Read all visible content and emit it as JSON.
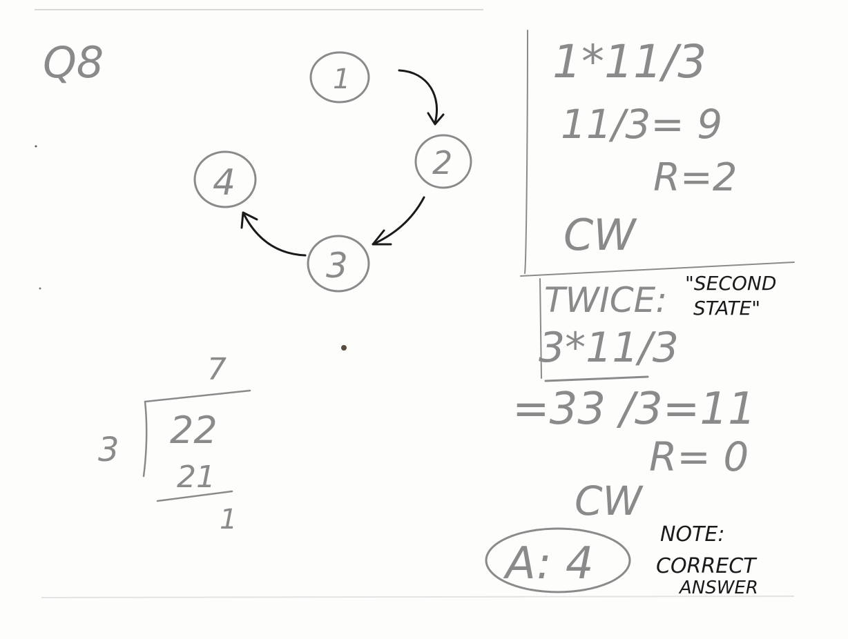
{
  "question_label": "Q8",
  "diagram": {
    "nodes": [
      "1",
      "2",
      "3",
      "4"
    ]
  },
  "long_division": {
    "quotient": "7",
    "divisor": "3",
    "dividend": "22",
    "product": "21",
    "remainder": "1"
  },
  "work": {
    "first_expression": "1*11/3",
    "first_result": "11/3= 9",
    "first_remainder": "R=2",
    "first_direction": "CW",
    "twice_label": "TWICE:",
    "second_state_line1": "\"SECOND",
    "second_state_line2": "STATE\"",
    "second_expression": "3*11/3",
    "second_result": "=33 /3=11",
    "second_remainder": "R= 0",
    "second_direction": "CW"
  },
  "answer": {
    "text": "A: 4",
    "note_line1": "NOTE:",
    "note_line2": "CORRECT",
    "note_line3": "ANSWER"
  },
  "colors": {
    "pencil": "#8a8a8a",
    "ink": "#1a1a1a",
    "paper": "#fdfdfc"
  }
}
